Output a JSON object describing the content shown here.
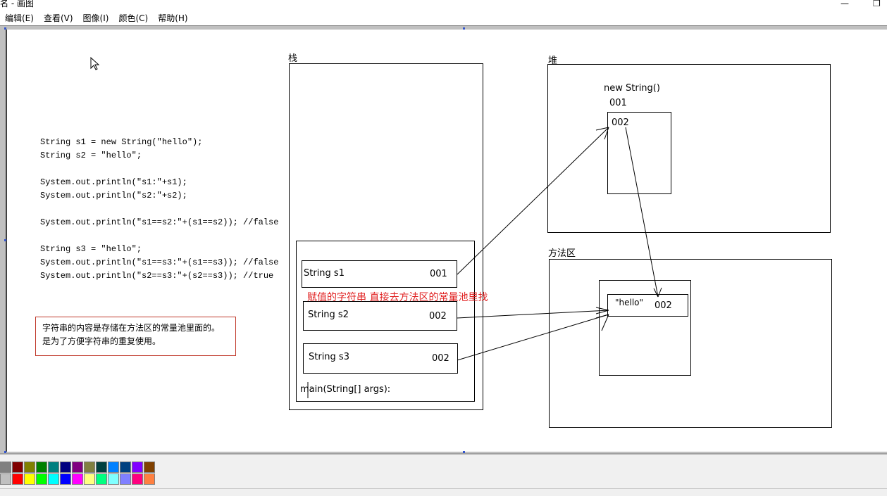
{
  "window": {
    "title": "名 - 画图",
    "controls": [
      "—",
      "❐"
    ]
  },
  "menu": [
    {
      "label": "编辑(E)"
    },
    {
      "label": "查看(V)"
    },
    {
      "label": "图像(I)"
    },
    {
      "label": "颜色(C)"
    },
    {
      "label": "帮助(H)"
    }
  ],
  "code": {
    "lines": [
      "String s1 = new String(\"hello\");",
      "String s2 = \"hello\";",
      "",
      "System.out.println(\"s1:\"+s1);",
      "System.out.println(\"s2:\"+s2);",
      "",
      "System.out.println(\"s1==s2:\"+(s1==s2)); //false",
      "",
      "String s3 = \"hello\";",
      "System.out.println(\"s1==s3:\"+(s1==s3)); //false",
      "System.out.println(\"s2==s3:\"+(s2==s3)); //true"
    ]
  },
  "note": {
    "lines": [
      "字符串的内容是存储在方法区的常量池里面的。",
      "是为了方便字符串的重复使用。"
    ],
    "border_color": "#c0392b"
  },
  "diagram": {
    "stack_label": "栈",
    "heap_label": "堆",
    "method_area_label": "方法区",
    "s1": {
      "name": "String s1",
      "addr": "001"
    },
    "s2": {
      "name": "String s2",
      "addr": "002"
    },
    "s3": {
      "name": "String s3",
      "addr": "002"
    },
    "main_label": "main(String[] args):",
    "heap_new_string": "new String()",
    "heap_obj_addr": "001",
    "heap_inner_addr": "002",
    "pool_hello": "\"hello\"",
    "pool_addr": "002",
    "red_annotation": "赋值的字符串  直接去方法区的常量池里找",
    "annotation_color": "#e02020"
  },
  "palette": {
    "row1": [
      "#808080",
      "#800000",
      "#808000",
      "#008000",
      "#008080",
      "#000080",
      "#800080",
      "#808040",
      "#004040",
      "#0080ff",
      "#004080",
      "#8000ff",
      "#804000"
    ],
    "row2": [
      "#c0c0c0",
      "#ff0000",
      "#ffff00",
      "#00ff00",
      "#00ffff",
      "#0000ff",
      "#ff00ff",
      "#ffff80",
      "#00ff80",
      "#80ffff",
      "#8080ff",
      "#ff0080",
      "#ff8040"
    ]
  }
}
